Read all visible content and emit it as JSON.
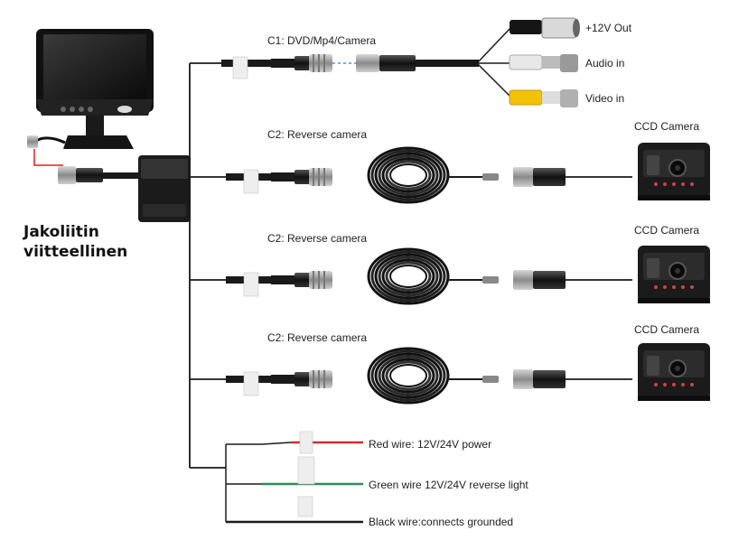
{
  "splitter": {
    "line1": "Jakoliitin",
    "line2": "viitteellinen"
  },
  "channels": {
    "c1": "C1: DVD/Mp4/Camera",
    "c2a": "C2: Reverse camera",
    "c2b": "C2: Reverse camera",
    "c2c": "C2: Reverse camera"
  },
  "outputs": {
    "power_out": "+12V Out",
    "audio_in": "Audio in",
    "video_in": "Video in"
  },
  "cameras": {
    "cam1": "CCD Camera",
    "cam2": "CCD Camera",
    "cam3": "CCD Camera"
  },
  "wires": {
    "red": "Red wire:  12V/24V power",
    "green": "Green wire   12V/24V reverse light",
    "black": "Black wire:connects grounded"
  },
  "colors": {
    "cable": "#1a1a1a",
    "dashed_link": "#4a90d9",
    "red_wire": "#d42a2a",
    "green_wire": "#2e8b57",
    "yellow_rca": "#f2c20a",
    "white_rca": "#e8e8e8",
    "accent_red": "#e0201f"
  }
}
